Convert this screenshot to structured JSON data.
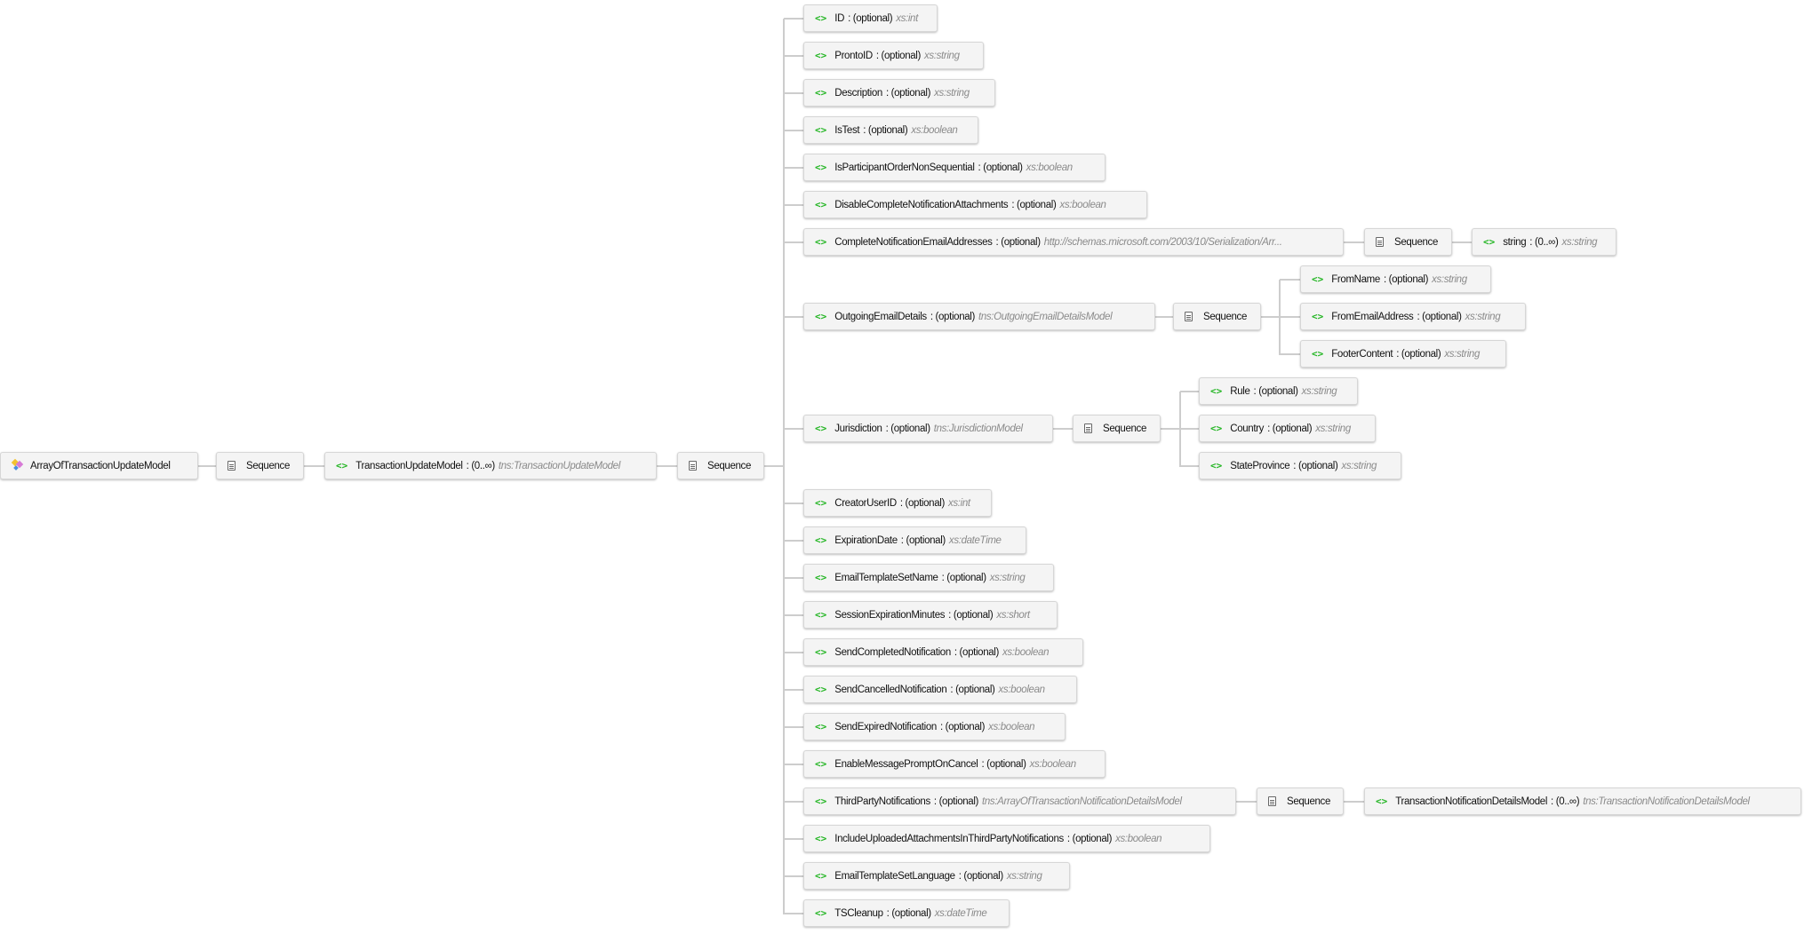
{
  "root": {
    "name": "ArrayOfTransactionUpdateModel",
    "icon": "complex-type-icon"
  },
  "sequence_label": "Sequence",
  "item": {
    "name": "TransactionUpdateModel",
    "occurs": ": (0..∞)",
    "type": "tns:TransactionUpdateModel"
  },
  "elements": [
    {
      "name": "ID",
      "occurs": ": (optional)",
      "type": "xs:int"
    },
    {
      "name": "ProntoID",
      "occurs": ": (optional)",
      "type": "xs:string"
    },
    {
      "name": "Description",
      "occurs": ": (optional)",
      "type": "xs:string"
    },
    {
      "name": "IsTest",
      "occurs": ": (optional)",
      "type": "xs:boolean"
    },
    {
      "name": "IsParticipantOrderNonSequential",
      "occurs": ": (optional)",
      "type": "xs:boolean"
    },
    {
      "name": "DisableCompleteNotificationAttachments",
      "occurs": ": (optional)",
      "type": "xs:boolean"
    },
    {
      "name": "CompleteNotificationEmailAddresses",
      "occurs": ": (optional)",
      "type": "http://schemas.microsoft.com/2003/10/Serialization/Arr...",
      "children": [
        {
          "name": "string",
          "occurs": ": (0..∞)",
          "type": "xs:string"
        }
      ]
    },
    {
      "name": "OutgoingEmailDetails",
      "occurs": ": (optional)",
      "type": "tns:OutgoingEmailDetailsModel",
      "children": [
        {
          "name": "FromName",
          "occurs": ": (optional)",
          "type": "xs:string"
        },
        {
          "name": "FromEmailAddress",
          "occurs": ": (optional)",
          "type": "xs:string"
        },
        {
          "name": "FooterContent",
          "occurs": ": (optional)",
          "type": "xs:string"
        }
      ]
    },
    {
      "name": "Jurisdiction",
      "occurs": ": (optional)",
      "type": "tns:JurisdictionModel",
      "children": [
        {
          "name": "Rule",
          "occurs": ": (optional)",
          "type": "xs:string"
        },
        {
          "name": "Country",
          "occurs": ": (optional)",
          "type": "xs:string"
        },
        {
          "name": "StateProvince",
          "occurs": ": (optional)",
          "type": "xs:string"
        }
      ]
    },
    {
      "name": "CreatorUserID",
      "occurs": ": (optional)",
      "type": "xs:int"
    },
    {
      "name": "ExpirationDate",
      "occurs": ": (optional)",
      "type": "xs:dateTime"
    },
    {
      "name": "EmailTemplateSetName",
      "occurs": ": (optional)",
      "type": "xs:string"
    },
    {
      "name": "SessionExpirationMinutes",
      "occurs": ": (optional)",
      "type": "xs:short"
    },
    {
      "name": "SendCompletedNotification",
      "occurs": ": (optional)",
      "type": "xs:boolean"
    },
    {
      "name": "SendCancelledNotification",
      "occurs": ": (optional)",
      "type": "xs:boolean"
    },
    {
      "name": "SendExpiredNotification",
      "occurs": ": (optional)",
      "type": "xs:boolean"
    },
    {
      "name": "EnableMessagePromptOnCancel",
      "occurs": ": (optional)",
      "type": "xs:boolean"
    },
    {
      "name": "ThirdPartyNotifications",
      "occurs": ": (optional)",
      "type": "tns:ArrayOfTransactionNotificationDetailsModel",
      "children": [
        {
          "name": "TransactionNotificationDetailsModel",
          "occurs": ": (0..∞)",
          "type": "tns:TransactionNotificationDetailsModel"
        }
      ]
    },
    {
      "name": "IncludeUploadedAttachmentsInThirdPartyNotifications",
      "occurs": ": (optional)",
      "type": "xs:boolean"
    },
    {
      "name": "EmailTemplateSetLanguage",
      "occurs": ": (optional)",
      "type": "xs:string"
    },
    {
      "name": "TSCleanup",
      "occurs": ": (optional)",
      "type": "xs:dateTime"
    }
  ],
  "colors": {
    "element_icon": "#22b522",
    "type_text": "#8a8a8a",
    "connector": "#cdcdcd"
  }
}
